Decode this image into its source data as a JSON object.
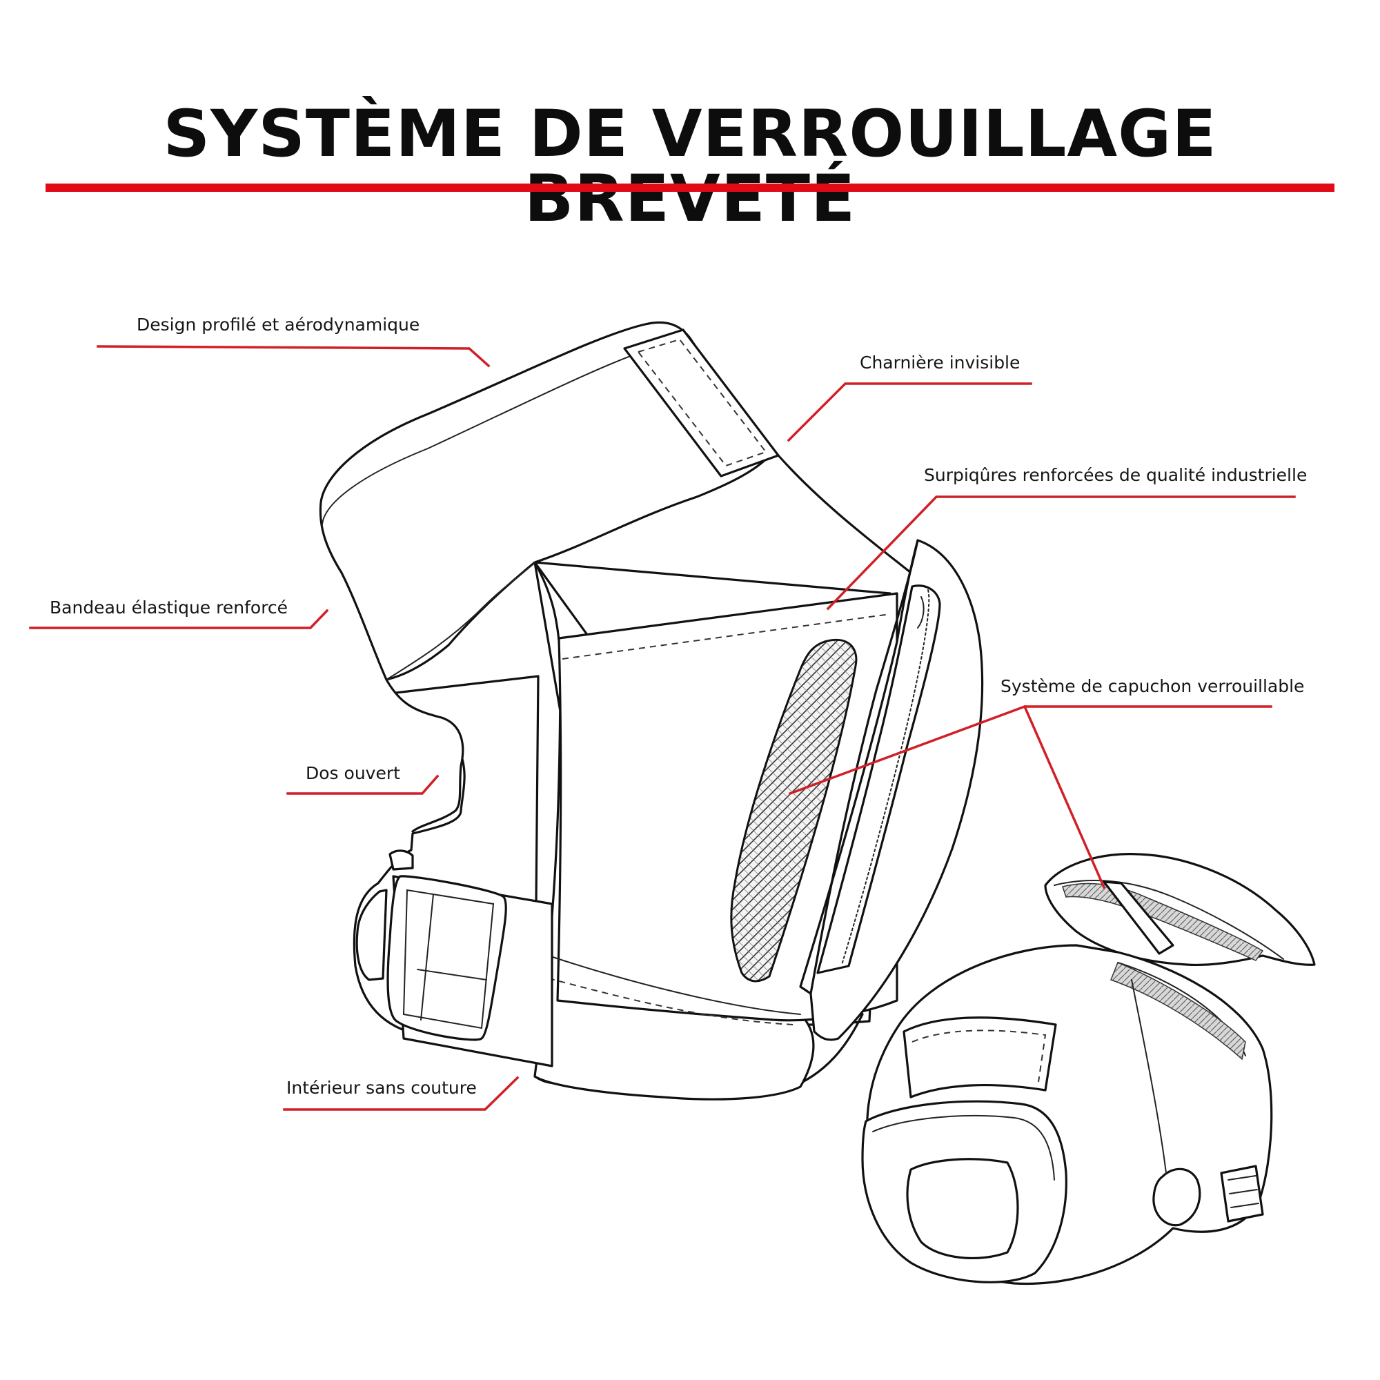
{
  "title": "SYSTÈME DE VERROUILLAGE BREVETÉ",
  "colors": {
    "accent": "#e10a16",
    "ink": "#111111",
    "background": "#ffffff"
  },
  "callouts": {
    "design": "Design profilé et aérodynamique",
    "hinge": "Charnière invisible",
    "stitching": "Surpiqûres renforcées de qualité industrielle",
    "strap": "Bandeau élastique renforcé",
    "cap_system": "Système de capuchon verrouillable",
    "open_back": "Dos ouvert",
    "interior": "Intérieur sans couture"
  }
}
